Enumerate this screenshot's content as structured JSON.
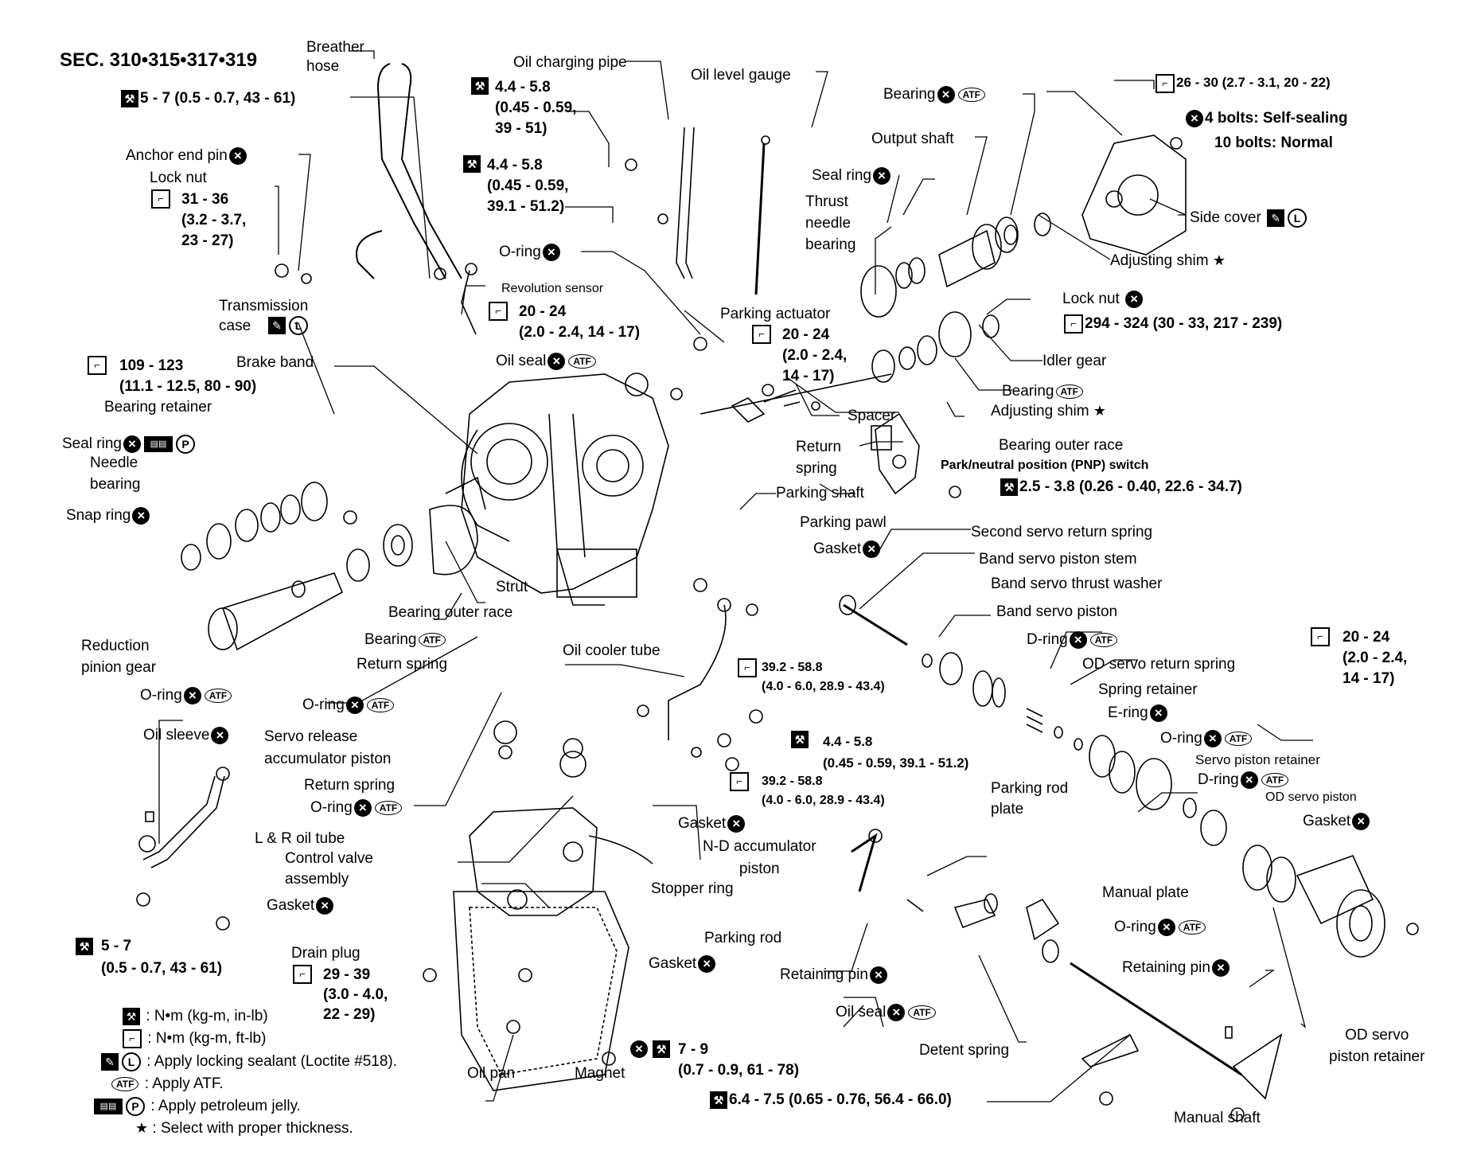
{
  "title": "SEC. 310•315•317•319",
  "icons": {
    "x": "×",
    "atf": "ATF",
    "wr": "⚒",
    "wr2": "⌐",
    "ls": "✎",
    "L": "L",
    "P": "P",
    "pj": "▤▤",
    "star": "★"
  },
  "labels": {
    "breather_hose": "Breather\nhose",
    "breather_tq": "5 - 7 (0.5 - 0.7, 43 - 61)",
    "oil_charging_pipe": "Oil charging pipe",
    "ocp_tq1": "4.4 - 5.8\n(0.45 - 0.59,\n39 - 51)",
    "ocp_tq2": "4.4 - 5.8\n(0.45 - 0.59,\n39.1 - 51.2)",
    "oil_level_gauge": "Oil level gauge",
    "bearing_top": "Bearing",
    "output_shaft": "Output shaft",
    "seal_ring_top": "Seal ring",
    "thrust_needle": "Thrust\nneedle\nbearing",
    "side_tq": "26 - 30 (2.7 - 3.1, 20 - 22)",
    "bolts1": "4 bolts: Self-sealing",
    "bolts2": "10 bolts: Normal",
    "side_cover": "Side cover",
    "adj_shim1": "Adjusting shim",
    "anchor_end_pin": "Anchor end pin",
    "lock_nut_left": "Lock nut",
    "lock_nut_tq": "31 - 36\n(3.2 - 3.7,\n23 - 27)",
    "oring_top": "O-ring",
    "rev_sensor": "Revolution sensor",
    "rev_tq": "20 - 24\n(2.0 - 2.4, 14 - 17)",
    "trans_case": "Transmission\ncase",
    "parking_actuator": "Parking actuator",
    "pa_tq": "20 - 24\n(2.0 - 2.4,\n14 - 17)",
    "lock_nut_right": "Lock nut",
    "idler_tq": "294 - 324 (30 - 33, 217 - 239)",
    "idler_gear": "Idler gear",
    "bb_tq": "109 - 123\n(11.1 - 12.5, 80 - 90)",
    "brake_band": "Brake band",
    "oil_seal_top": "Oil seal",
    "bearing_retainer": "Bearing retainer",
    "bearing_right": "Bearing",
    "adj_shim2": "Adjusting shim",
    "spacer": "Spacer",
    "seal_ring_left": "Seal ring",
    "needle_bearing": "Needle\nbearing",
    "return_spring_top": "Return\nspring",
    "bearing_outer_race_r": "Bearing outer race",
    "pnp_switch": "Park/neutral position (PNP) switch",
    "parking_shaft": "Parking shaft",
    "pnp_tq": "2.5 - 3.8 (0.26 - 0.40, 22.6 - 34.7)",
    "snap_ring": "Snap ring",
    "parking_pawl": "Parking pawl",
    "second_servo": "Second servo return spring",
    "gasket_mid": "Gasket",
    "strut": "Strut",
    "band_servo_stem": "Band servo piston stem",
    "band_servo_thrust": "Band servo thrust washer",
    "bearing_outer_race_l": "Bearing outer race",
    "band_servo_piston": "Band servo piston",
    "reduction_pinion": "Reduction\npinion gear",
    "bearing_low": "Bearing",
    "oil_cooler_tube": "Oil cooler tube",
    "return_spring_mid": "Return spring",
    "oct_tq1": "39.2 - 58.8\n(4.0 - 6.0, 28.9 - 43.4)",
    "dring1": "D-ring",
    "od_servo_return": "OD servo return spring",
    "right_tq": "20 - 24\n(2.0 - 2.4,\n14 - 17)",
    "oring_low_left": "O-ring",
    "oring_mid": "O-ring",
    "spring_retainer": "Spring retainer",
    "ering": "E-ring",
    "oil_sleeve": "Oil sleeve",
    "servo_release": "Servo release\naccumulator piston",
    "oct_tq2": "4.4 - 5.8\n(0.45 - 0.59, 39.1 - 51.2)",
    "oring_right": "O-ring",
    "servo_piston_retainer": "Servo piston retainer",
    "return_spring_low": "Return spring",
    "oct_tq3": "39.2 - 58.8\n(4.0 - 6.0, 28.9 - 43.4)",
    "parking_rod_plate": "Parking rod\nplate",
    "dring2": "D-ring",
    "od_servo_piston": "OD servo piston",
    "oring_low": "O-ring",
    "gasket_low": "Gasket",
    "gasket_right": "Gasket",
    "nd_accum": "N-D accumulator\npiston",
    "lr_oil_tube": "L & R oil tube",
    "control_valve": "Control valve\nassembly",
    "stopper_ring": "Stopper ring",
    "manual_plate": "Manual plate",
    "gasket_left": "Gasket",
    "oring_bottom": "O-ring",
    "parking_rod": "Parking rod",
    "drain_plug": "Drain plug",
    "drain_tq": "29 - 39\n(3.0 - 4.0,\n22 - 29)",
    "lr_tq": "5 - 7\n(0.5 - 0.7, 43 - 61)",
    "gasket_pan": "Gasket",
    "retaining_pin1": "Retaining pin",
    "retaining_pin2": "Retaining pin",
    "oil_seal_low": "Oil seal",
    "od_servo_retainer": "OD servo\npiston retainer",
    "magnet_tq": "7 - 9\n(0.7 - 0.9, 61 - 78)",
    "detent_spring": "Detent spring",
    "oil_pan": "Oil pan",
    "magnet": "Magnet",
    "manual_tq": "6.4 - 7.5 (0.65 - 0.76, 56.4 - 66.0)",
    "manual_shaft": "Manual shaft"
  },
  "legend": {
    "nm_inlb": ": N•m (kg-m, in-lb)",
    "nm_ftlb": ": N•m (kg-m, ft-lb)",
    "sealant": ": Apply locking sealant (Loctite #518).",
    "atf": ": Apply ATF.",
    "petroleum": ": Apply petroleum jelly.",
    "thickness": ": Select with proper thickness."
  }
}
